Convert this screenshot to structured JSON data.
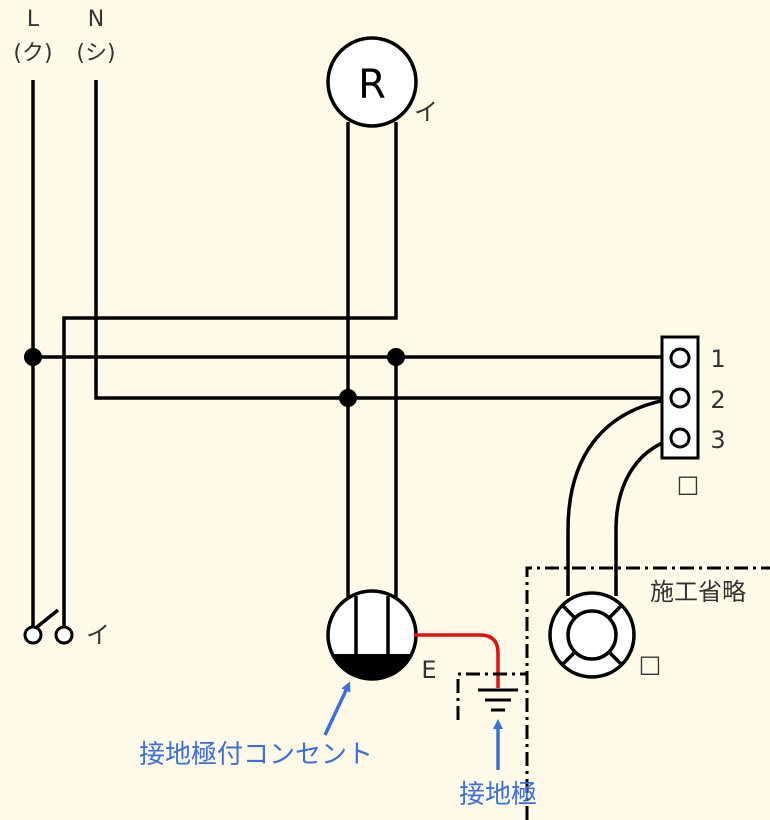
{
  "labels": {
    "line_L": "L",
    "line_L_sub": "(ク)",
    "line_N": "N",
    "line_N_sub": "(シ)",
    "lamp_symbol": "R",
    "lamp_mark": "イ",
    "switch_mark": "イ",
    "terminal_1": "1",
    "terminal_2": "2",
    "terminal_3": "3",
    "terminal_block_mark": "□",
    "light_mark": "□",
    "omitted_area": "施工省略",
    "earth_terminal": "E"
  },
  "annotations": {
    "grounded_outlet": "接地極付コンセント",
    "ground_electrode": "接地極"
  },
  "colors": {
    "background": "#fffbe8",
    "wire": "#000000",
    "earth_wire": "#e01010",
    "annotation": "#3b6fd9",
    "text": "#333333"
  }
}
